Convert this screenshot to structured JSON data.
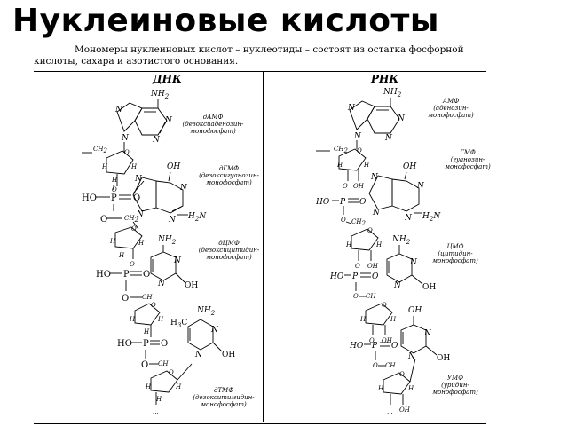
{
  "title": "Нуклеиновые кислоты",
  "intro_line1": "Мономеры нуклеиновых кислот – нуклеотиды – состоят из остатка фосфорной",
  "intro_line2": "кислоты, сахара и азотистого основания.",
  "columns": {
    "dna": "ДНК",
    "rna": "РНК"
  },
  "dna_labels": {
    "damp": "дАМФ\n(дезоксиаденозин-\nмонофосфат)",
    "dgmp": "дГМФ\n(дезоксигуанозин-\nмонофосфат)",
    "dcmp": "дЦМФ\n(дезоксицитидин-\nмонофосфат)",
    "dtmp": "дТМФ\n(дезокситимидин-\nмонофосфат)"
  },
  "rna_labels": {
    "amp": "АМФ\n(аденозин-\nмонофосфат)",
    "gmp": "ГМФ\n(гуанозин-\nмонофосфат)",
    "cmp": "ЦМФ\n(цитидин-\nмонофосфат)",
    "ump": "УМФ\n(уридин-\nмонофосфат)"
  },
  "chem": {
    "nh2": "NH",
    "sub2": "2",
    "oh": "OH",
    "h2n": "H",
    "h2n_n": "N",
    "h3c": "H",
    "h3c_c": "C",
    "sub3": "3",
    "n": "N",
    "o": "O",
    "p": "P",
    "ho": "HO",
    "ch2": "CH",
    "h": "H",
    "dots": "..."
  }
}
